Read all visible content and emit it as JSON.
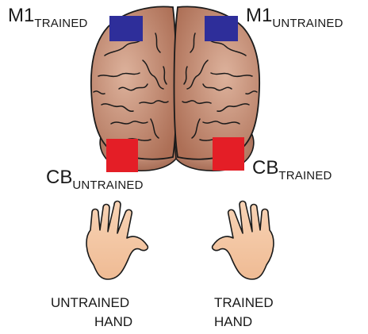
{
  "labels": {
    "m1_trained": {
      "main": "M1",
      "sub": "TRAINED"
    },
    "m1_untrained": {
      "main": "M1",
      "sub": "UNTRAINED"
    },
    "cb_untrained": {
      "main": "CB",
      "sub": "UNTRAINED"
    },
    "cb_trained": {
      "main": "CB",
      "sub": "TRAINED"
    }
  },
  "hands": {
    "left": {
      "line1": "UNTRAINED",
      "line2": "HAND"
    },
    "right": {
      "line1": "TRAINED",
      "line2": "HAND"
    }
  },
  "colors": {
    "m1_marker": "#2e2e9a",
    "cb_marker": "#e41e26",
    "brain_fill": "#c89076",
    "brain_outline": "#1a1a1a",
    "skin": "#f6c9a6"
  }
}
